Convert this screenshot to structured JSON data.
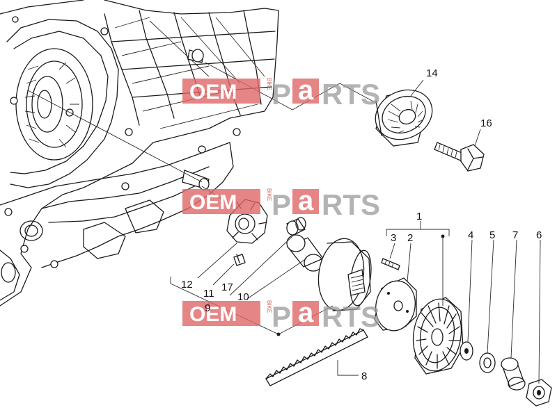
{
  "callouts": {
    "c1": "1",
    "c2": "2",
    "c3": "3",
    "c4": "4",
    "c5": "5",
    "c6": "6",
    "c7": "7",
    "c8": "8",
    "c9": "9",
    "c10": "10",
    "c11": "11",
    "c12": "12",
    "c14": "14",
    "c16": "16",
    "c17": "17"
  },
  "watermark": {
    "oem": "OEM",
    "bike": "BIKE",
    "p": "P",
    "a": "a",
    "rts": "RTS"
  },
  "colors": {
    "watermark_red": "#e06767",
    "watermark_grey": "#9a9a9a",
    "line": "#1a1a1a"
  }
}
